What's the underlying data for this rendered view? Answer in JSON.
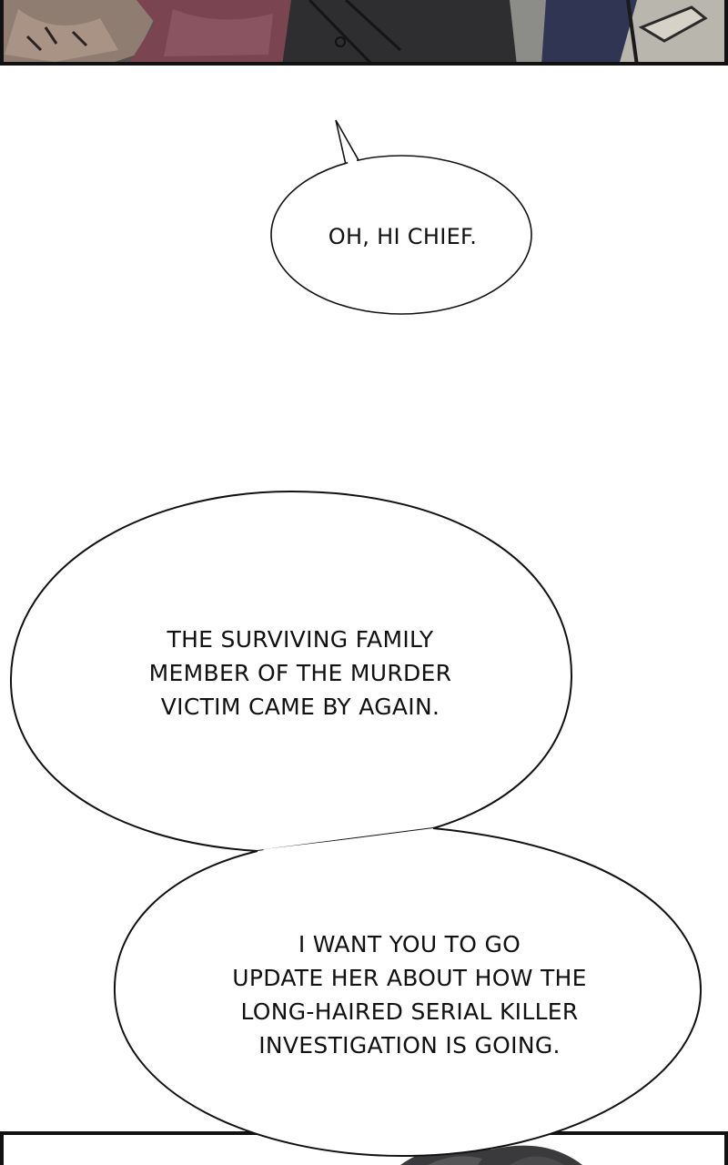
{
  "bubbles": [
    {
      "lines": [
        "OH, HI CHIEF."
      ]
    },
    {
      "lines": [
        "THE SURVIVING FAMILY",
        "MEMBER OF THE MURDER",
        "VICTIM CAME BY AGAIN."
      ]
    },
    {
      "lines": [
        "I WANT YOU TO GO",
        "UPDATE HER ABOUT HOW THE",
        "LONG-HAIRED SERIAL KILLER",
        "INVESTIGATION IS GOING."
      ]
    }
  ],
  "colors": {
    "ink": "#111111",
    "panel_red": "#7a4550",
    "panel_dark": "#2e2e30",
    "panel_navy": "#2f3552",
    "panel_grey": "#b9b6ad"
  }
}
